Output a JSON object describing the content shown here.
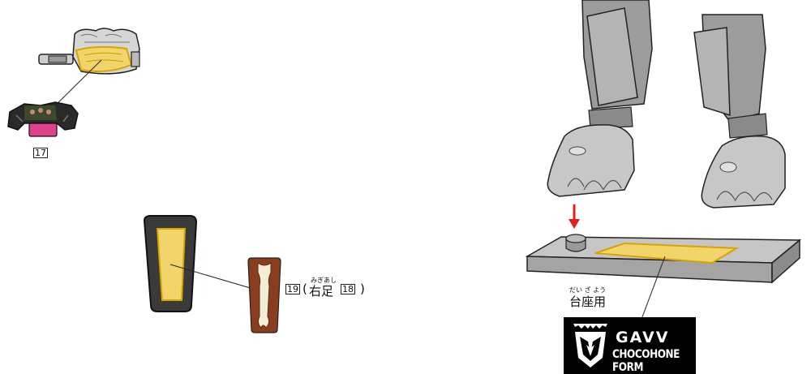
{
  "part_numbers": {
    "part_17": "17",
    "part_19": "19",
    "part_18": "18"
  },
  "right_foot": {
    "open_paren": "(",
    "ruby": "みぎあし",
    "kanji": "右足",
    "close_paren": ")"
  },
  "base": {
    "ruby": "だい ざ よう",
    "kanji": "台座用"
  },
  "nameplate": {
    "line1": "GAVV",
    "line2": "CHOCOHONE FORM"
  },
  "colors": {
    "sticker_yellow": "#e8cc5a",
    "sticker_outline": "#d9a400",
    "arrow_red": "#e0201a",
    "pink": "#e0408a",
    "brown": "#8a3e1e",
    "gray_part": "#b0b0b0"
  }
}
